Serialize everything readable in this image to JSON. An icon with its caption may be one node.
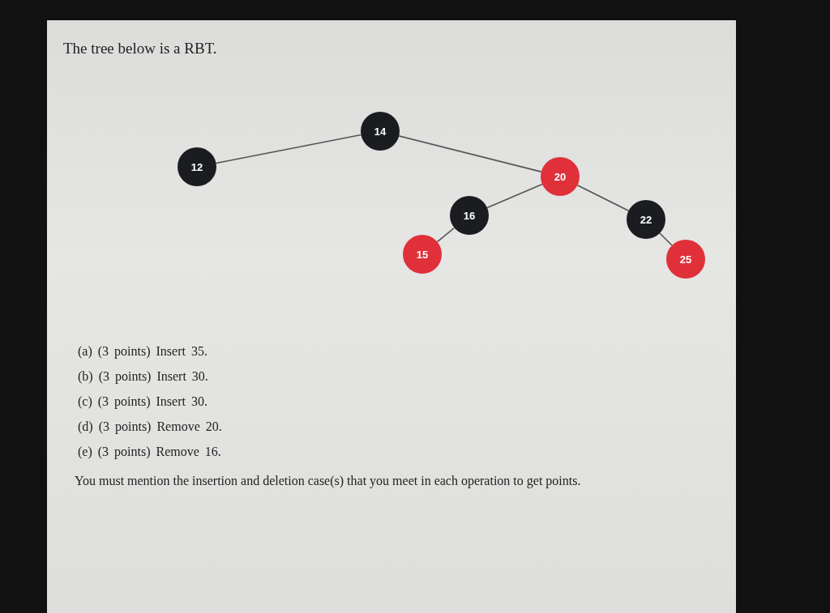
{
  "diagram": {
    "title": "The tree below is a RBT.",
    "nodes": [
      {
        "text": [
          "14"
        ]
      },
      {
        "text": [
          "12"
        ]
      },
      {
        "text": [
          "20"
        ]
      },
      {
        "text": [
          "16"
        ]
      },
      {
        "text": [
          "22"
        ]
      },
      {
        "text": [
          "15"
        ]
      },
      {
        "text": [
          "25"
        ]
      }
    ],
    "edges": [
      {
        "from": 0,
        "to": 1,
        "arrow": "none"
      },
      {
        "from": 0,
        "to": 2,
        "arrow": "none"
      },
      {
        "from": 2,
        "to": 3,
        "arrow": "none"
      },
      {
        "from": 2,
        "to": 4,
        "arrow": "none"
      },
      {
        "from": 3,
        "to": 5,
        "arrow": "none"
      },
      {
        "from": 4,
        "to": 6,
        "arrow": "none"
      }
    ],
    "labels": [
      "(a) (3 points) Insert 35.",
      "(b) (3 points) Insert 30.",
      "(c) (3 points) Insert 30.",
      "(d) (3 points) Remove 20.",
      "(e) (3 points) Remove 16.",
      "You must mention the insertion and deletion case(s) that you meet in each operation to get points."
    ]
  }
}
